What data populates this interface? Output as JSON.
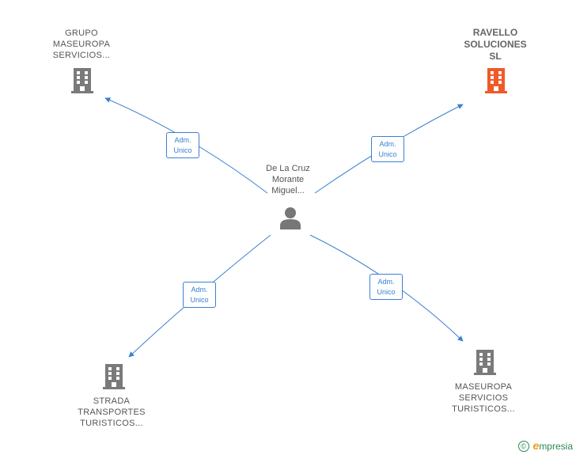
{
  "center": {
    "lines": [
      "De La Cruz",
      "Morante",
      "Miguel..."
    ],
    "icon": "person-icon"
  },
  "companies": [
    {
      "id": "grupo-maseuropa",
      "lines": [
        "GRUPO",
        "MASEUROPA",
        "SERVICIOS..."
      ],
      "icon": "building-icon",
      "highlight": false
    },
    {
      "id": "ravello",
      "lines": [
        "RAVELLO",
        "SOLUCIONES",
        "SL"
      ],
      "icon": "building-icon",
      "highlight": true
    },
    {
      "id": "strada",
      "lines": [
        "STRADA",
        "TRANSPORTES",
        "TURISTICOS..."
      ],
      "icon": "building-icon",
      "highlight": false
    },
    {
      "id": "maseuropa",
      "lines": [
        "MASEUROPA",
        "SERVICIOS",
        "TURISTICOS..."
      ],
      "icon": "building-icon",
      "highlight": false
    }
  ],
  "edges": [
    {
      "label_lines": [
        "Adm.",
        "Unico"
      ]
    },
    {
      "label_lines": [
        "Adm.",
        "Unico"
      ]
    },
    {
      "label_lines": [
        "Adm.",
        "Unico"
      ]
    },
    {
      "label_lines": [
        "Adm.",
        "Unico"
      ]
    }
  ],
  "colors": {
    "edge": "#3a80d2",
    "building": "#7a7a7a",
    "building_highlight": "#f05a28",
    "person": "#777777"
  },
  "brand": {
    "copyright": "©",
    "initial": "e",
    "rest": "mpresia"
  }
}
